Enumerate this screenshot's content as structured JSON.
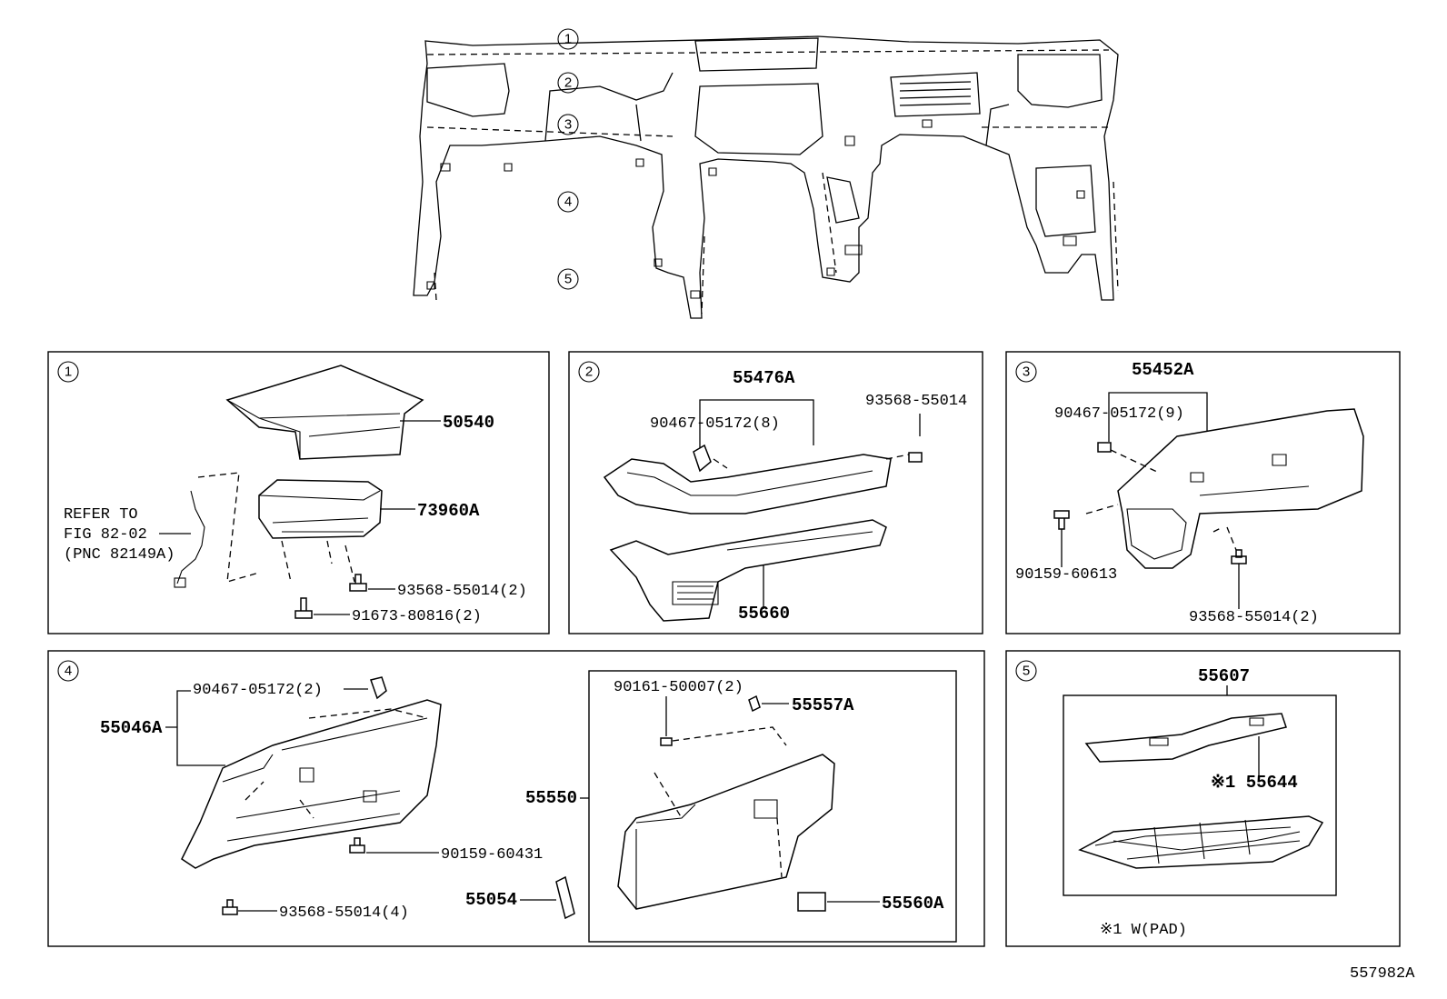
{
  "overview": {
    "callouts": [
      "1",
      "2",
      "3",
      "4",
      "5"
    ]
  },
  "panels": {
    "p1": {
      "number": "1",
      "refer": [
        "REFER TO",
        "FIG 82-02",
        "(PNC 82149A)"
      ],
      "labels": [
        "50540",
        "73960A",
        "93568-55014(2)",
        "91673-80816(2)"
      ]
    },
    "p2": {
      "number": "2",
      "labels": [
        "55476A",
        "90467-05172(8)",
        "93568-55014",
        "55660"
      ]
    },
    "p3": {
      "number": "3",
      "labels": [
        "55452A",
        "90467-05172(9)",
        "90159-60613",
        "93568-55014(2)"
      ]
    },
    "p4": {
      "number": "4",
      "labels": [
        "90467-05172(2)",
        "55046A",
        "90159-60431",
        "93568-55014(4)",
        "90161-50007(2)",
        "55557A",
        "55550",
        "55054",
        "55560A"
      ]
    },
    "p5": {
      "number": "5",
      "labels": [
        "55607",
        "※1 55644",
        "※1 W(PAD)"
      ]
    }
  },
  "figure_id": "557982A"
}
